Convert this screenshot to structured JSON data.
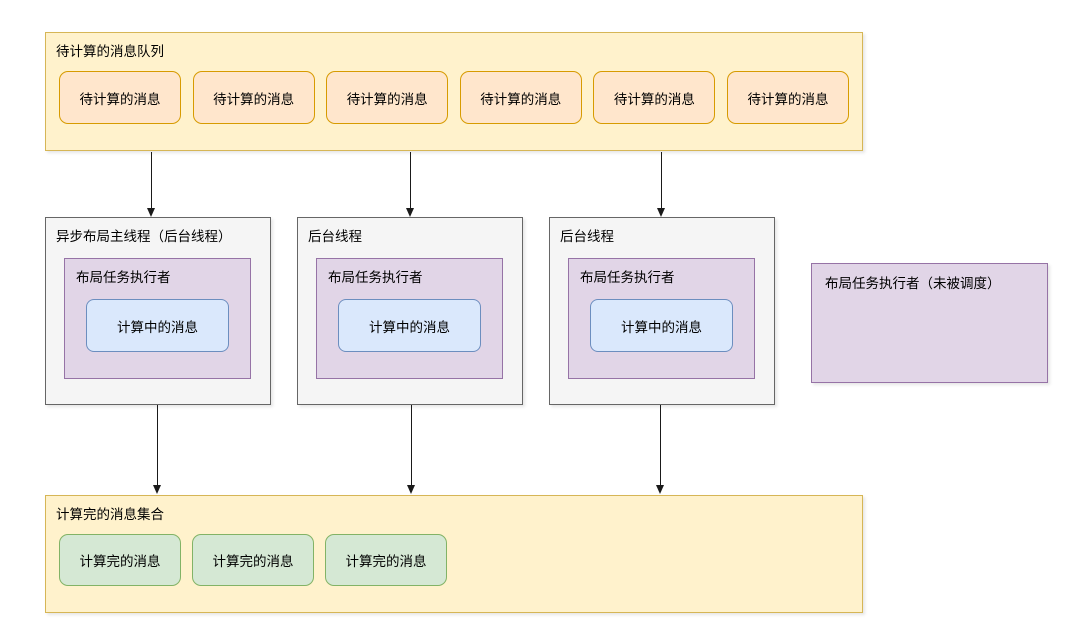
{
  "diagram": {
    "queue": {
      "title": "待计算的消息队列",
      "items": [
        "待计算的消息",
        "待计算的消息",
        "待计算的消息",
        "待计算的消息",
        "待计算的消息",
        "待计算的消息"
      ]
    },
    "threads": [
      {
        "title": "异步布局主线程（后台线程）",
        "executor_title": "布局任务执行者",
        "message": "计算中的消息"
      },
      {
        "title": "后台线程",
        "executor_title": "布局任务执行者",
        "message": "计算中的消息"
      },
      {
        "title": "后台线程",
        "executor_title": "布局任务执行者",
        "message": "计算中的消息"
      }
    ],
    "idle_executor_title": "布局任务执行者（未被调度）",
    "done": {
      "title": "计算完的消息集合",
      "items": [
        "计算完的消息",
        "计算完的消息",
        "计算完的消息"
      ]
    },
    "colors": {
      "container_fill": "#FFF2CC",
      "container_border": "#D6B656",
      "pending_fill": "#FFE6CC",
      "pending_border": "#D79B00",
      "thread_fill": "#F5F5F5",
      "thread_border": "#666666",
      "executor_fill": "#E1D5E7",
      "executor_border": "#9673A6",
      "computing_fill": "#DAE8FC",
      "computing_border": "#6C8EBF",
      "done_fill": "#D5E8D4",
      "done_border": "#82B366",
      "arrow": "#1a1a1a"
    }
  }
}
